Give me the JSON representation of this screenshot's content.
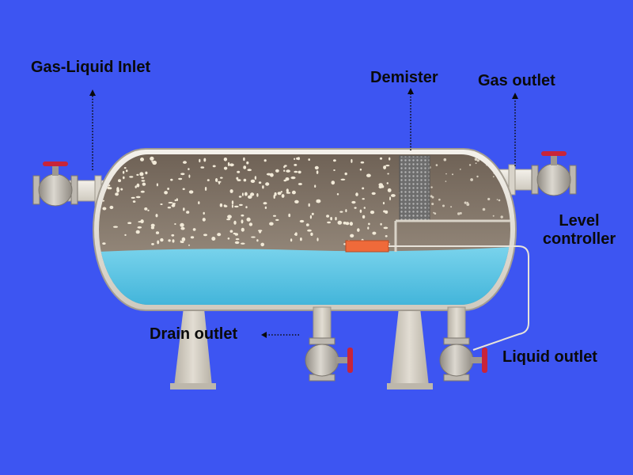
{
  "colors": {
    "background": "#3d55f2",
    "vessel_shell": "#e8e4dc",
    "vessel_interior": "#7d6f62",
    "liquid": "#5fc6e4",
    "demister_mesh": "#8e8e8e",
    "level_float": "#ef6a3a",
    "valve_body": "#b7b2aa",
    "valve_handle": "#c8243a",
    "support_leg": "#cfcabf",
    "arrow": "#0a0a0a",
    "label_text": "#0a0a0a"
  },
  "labels": {
    "gas_liquid_inlet": "Gas-Liquid Inlet",
    "demister": "Demister",
    "gas_outlet": "Gas outlet",
    "level_controller_line1": "Level",
    "level_controller_line2": "controller",
    "drain_outlet": "Drain outlet",
    "liquid_outlet": "Liquid outlet"
  },
  "icons": {
    "inlet_valve": "gate-valve-icon",
    "gas_outlet_valve": "gate-valve-icon",
    "drain_valve": "gate-valve-icon",
    "liquid_valve": "gate-valve-icon",
    "flow_arrow": "dotted-arrow-icon"
  }
}
